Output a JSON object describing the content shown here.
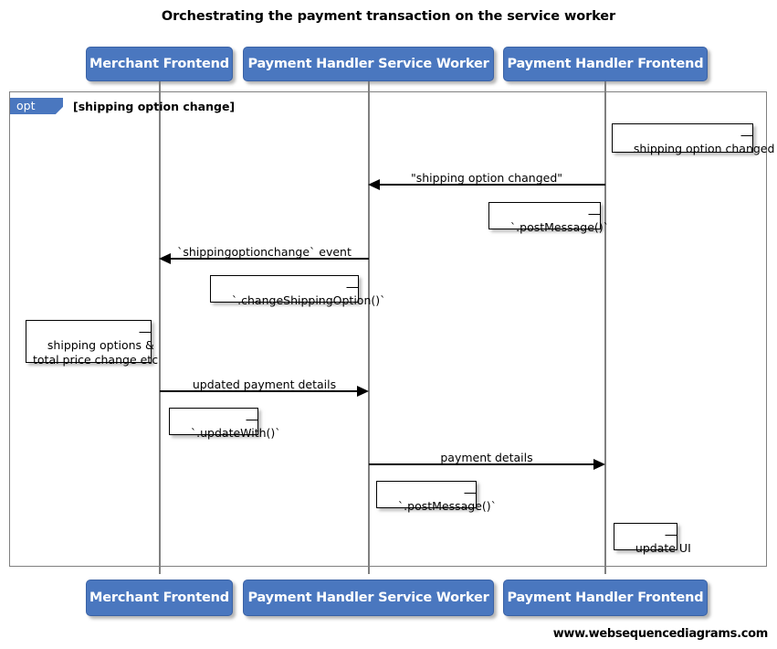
{
  "title": "Orchestrating the payment transaction on the service worker",
  "footer": "www.websequencediagrams.com",
  "colors": {
    "actor_fill": "#4a77bf",
    "actor_border": "#3a62a5",
    "actor_text": "#ffffff",
    "lifeline": "#808080",
    "frame_border": "#808080",
    "note_fill": "#ffffff",
    "note_border": "#000000",
    "arrow": "#000000",
    "background": "#ffffff"
  },
  "actors": [
    {
      "name": "merchant-frontend",
      "label": "Merchant Frontend"
    },
    {
      "name": "payment-handler-service-worker",
      "label": "Payment Handler Service Worker"
    },
    {
      "name": "payment-handler-frontend",
      "label": "Payment Handler Frontend"
    }
  ],
  "fragment": {
    "type": "opt",
    "tab_label": "opt",
    "condition": "[shipping option change]"
  },
  "messages": [
    {
      "name": "message-shipping-option-changed",
      "label": "\"shipping option changed\"",
      "from": "payment-handler-frontend",
      "to": "payment-handler-service-worker",
      "direction": "left"
    },
    {
      "name": "message-shippingoptionchange-event",
      "label": "`shippingoptionchange` event",
      "from": "payment-handler-service-worker",
      "to": "merchant-frontend",
      "direction": "left"
    },
    {
      "name": "message-updated-payment-details",
      "label": "updated payment details",
      "from": "merchant-frontend",
      "to": "payment-handler-service-worker",
      "direction": "right"
    },
    {
      "name": "message-payment-details",
      "label": "payment details",
      "from": "payment-handler-service-worker",
      "to": "payment-handler-frontend",
      "direction": "right"
    }
  ],
  "notes": [
    {
      "name": "note-shipping-option-changed",
      "text": "shipping option changed"
    },
    {
      "name": "note-postmessage-1",
      "text": "`.postMessage()`"
    },
    {
      "name": "note-changeshippingoption",
      "text": "`.changeShippingOption()`"
    },
    {
      "name": "note-shipping-options-total-price",
      "text": "shipping options &\ntotal price change etc"
    },
    {
      "name": "note-updatewith",
      "text": "`.updateWith()`"
    },
    {
      "name": "note-postmessage-2",
      "text": "`.postMessage()`"
    },
    {
      "name": "note-update-ui",
      "text": "update UI"
    }
  ]
}
